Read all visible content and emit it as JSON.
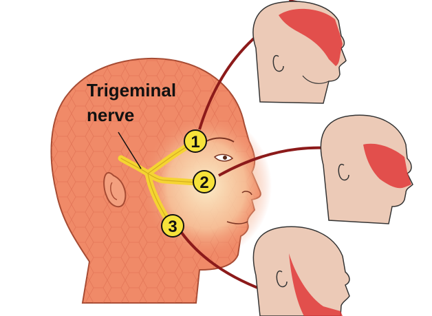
{
  "title": {
    "line1": "Trigeminal",
    "line2": "nerve"
  },
  "branches": [
    {
      "number": "1"
    },
    {
      "number": "2"
    },
    {
      "number": "3"
    }
  ],
  "colors": {
    "skin_main": "#f08a68",
    "skin_light": "#f6b191",
    "face_glow": "#f9e2b6",
    "nerve_yellow": "#f5d432",
    "badge_fill": "#f6e23a",
    "arrow": "#8c1a1a",
    "inset_skin": "#eccab7",
    "highlight_red": "#e03a3a"
  }
}
